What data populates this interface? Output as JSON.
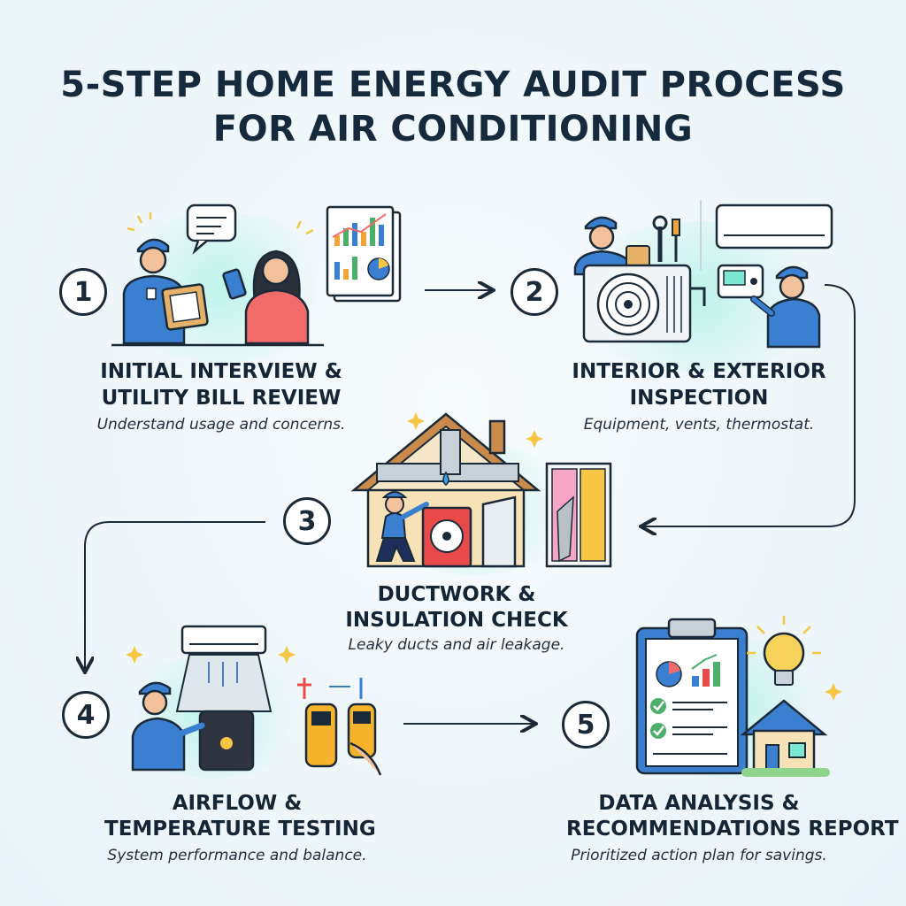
{
  "title": {
    "line1": "5-STEP HOME ENERGY AUDIT PROCESS",
    "line2": "FOR AIR CONDITIONING"
  },
  "steps": [
    {
      "number": "1",
      "title_l1": "INITIAL INTERVIEW &",
      "title_l2": "UTILITY BILL REVIEW",
      "desc": "Understand usage and concerns."
    },
    {
      "number": "2",
      "title_l1": "INTERIOR & EXTERIOR",
      "title_l2": "INSPECTION",
      "desc": "Equipment, vents, thermostat."
    },
    {
      "number": "3",
      "title_l1": "DUCTWORK &",
      "title_l2": "INSULATION CHECK",
      "desc": "Leaky ducts and air leakage."
    },
    {
      "number": "4",
      "title_l1": "AIRFLOW &",
      "title_l2": "TEMPERATURE TESTING",
      "desc": "System performance and balance."
    },
    {
      "number": "5",
      "title_l1": "DATA ANALYSIS &",
      "title_l2": "RECOMMENDATIONS REPORT",
      "desc": "Prioritized action plan for savings."
    }
  ],
  "colors": {
    "uniform_blue": "#3a7fd0",
    "outline": "#1b2a38",
    "accent_yellow": "#f6c644",
    "accent_teal": "#7de8d2"
  }
}
